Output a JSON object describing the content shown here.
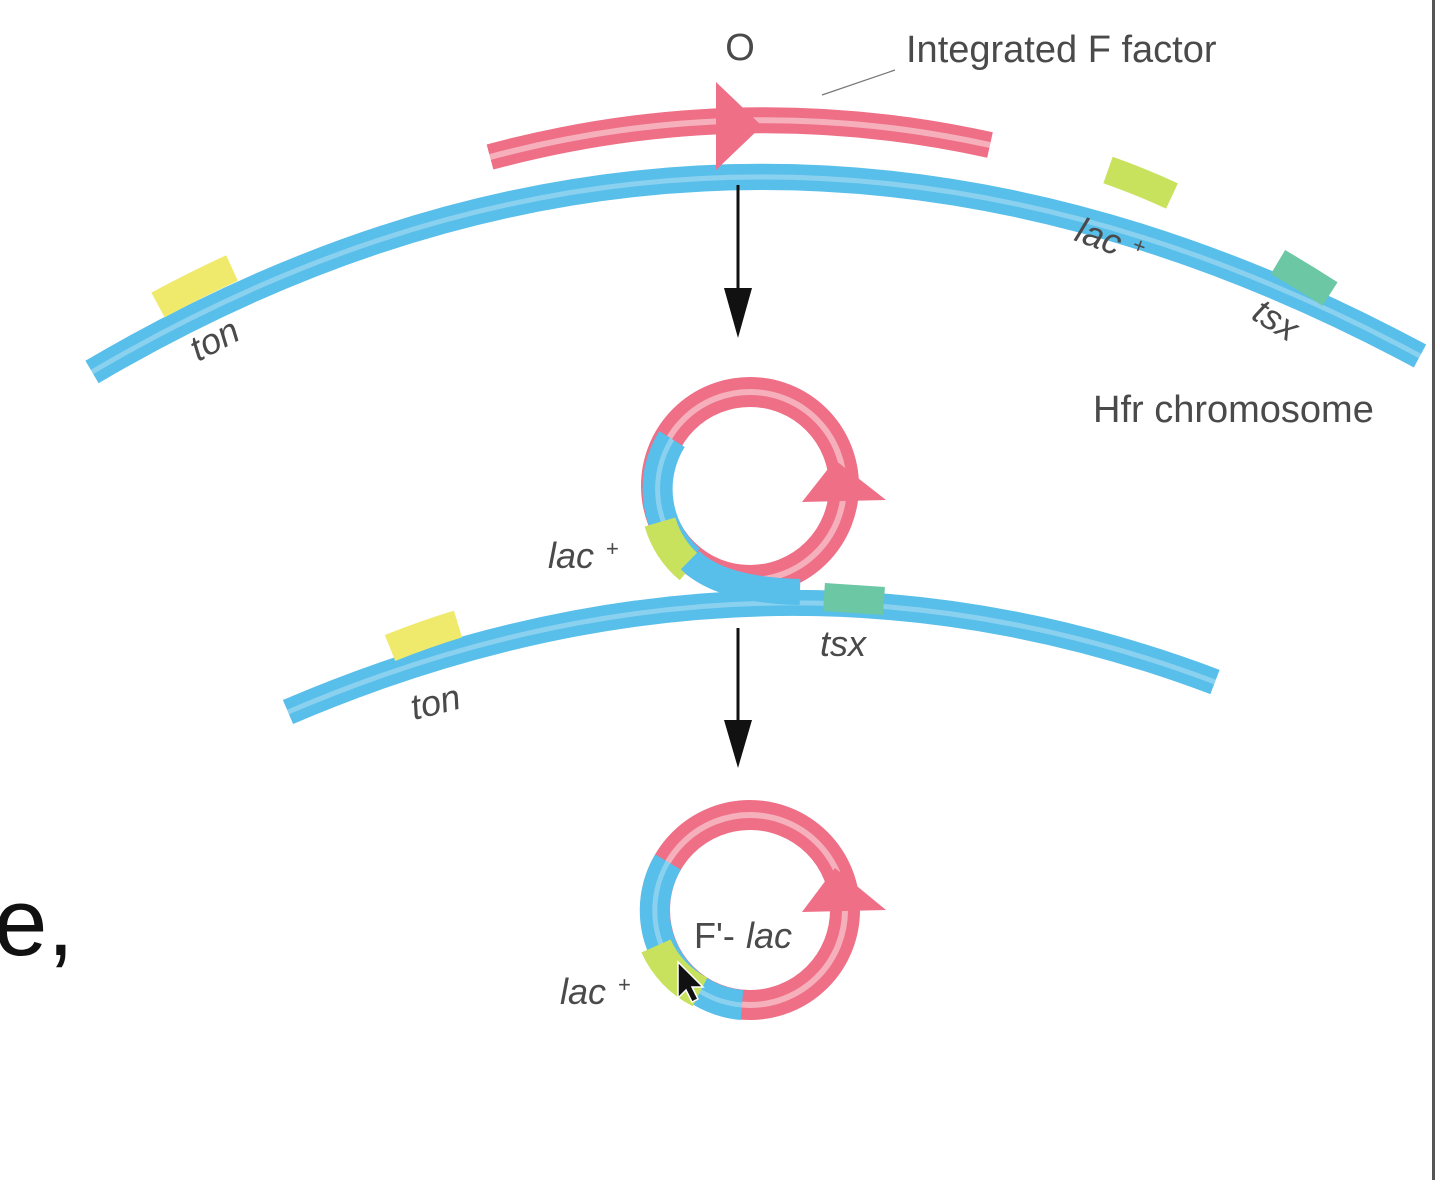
{
  "labels": {
    "origin": "O",
    "integrated_f": "Integrated F factor",
    "hfr": "Hfr chromosome",
    "ton": "ton",
    "lac": "lac",
    "tsx": "tsx",
    "plus": "+",
    "f_prime": "F'-",
    "f_prime_lac": "lac"
  },
  "fragment_text": "e,",
  "colors": {
    "dna_blue": "#58BEEA",
    "f_factor_pink": "#EE6F86",
    "ton_yellow": "#EFEA6C",
    "lac_green": "#C8E25E",
    "tsx_teal": "#6CC7A4",
    "arrow": "#111111",
    "text": "#4a4a4a"
  },
  "icons": [
    "down-arrow-icon",
    "origin-arrowhead-icon",
    "cursor-icon"
  ]
}
